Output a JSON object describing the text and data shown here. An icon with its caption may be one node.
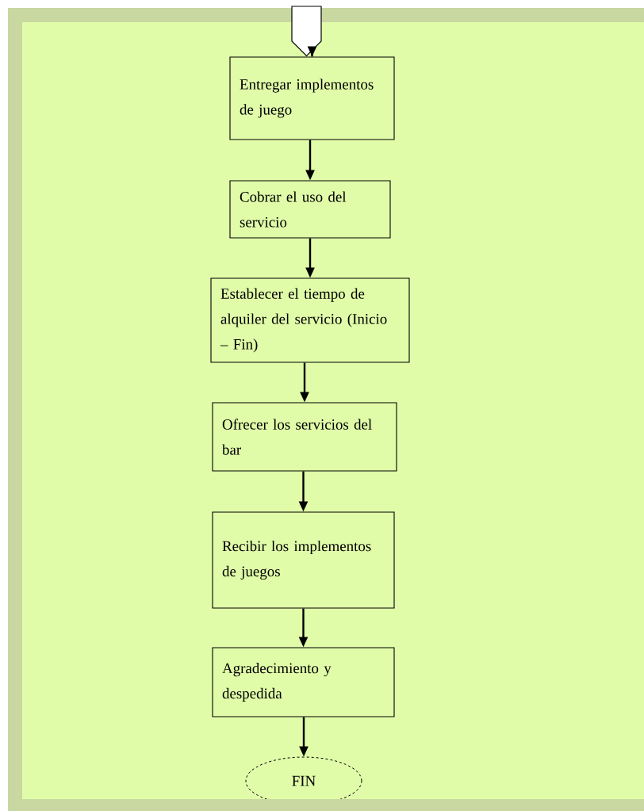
{
  "diagram": {
    "nodes": [
      {
        "text": [],
        "shape": "pentagon"
      },
      {
        "text": [
          "Entregar implementos de juego"
        ]
      },
      {
        "text": [
          "Cobrar el uso del servicio"
        ]
      },
      {
        "text": [
          "Establecer el tiempo de alquiler del servicio (Inicio – Fin)"
        ]
      },
      {
        "text": [
          "Ofrecer los servicios del bar"
        ]
      },
      {
        "text": [
          "Recibir los implementos de juegos"
        ]
      },
      {
        "text": [
          "Agradecimiento y despedida"
        ]
      },
      {
        "text": [
          "FIN"
        ]
      }
    ],
    "edges": [
      {
        "from": 0,
        "to": 1,
        "arrow": "to"
      },
      {
        "from": 1,
        "to": 2,
        "arrow": "to"
      },
      {
        "from": 2,
        "to": 3,
        "arrow": "to"
      },
      {
        "from": 3,
        "to": 4,
        "arrow": "to"
      },
      {
        "from": 4,
        "to": 5,
        "arrow": "to"
      },
      {
        "from": 5,
        "to": 6,
        "arrow": "to"
      },
      {
        "from": 6,
        "to": 7,
        "arrow": "to"
      }
    ]
  }
}
